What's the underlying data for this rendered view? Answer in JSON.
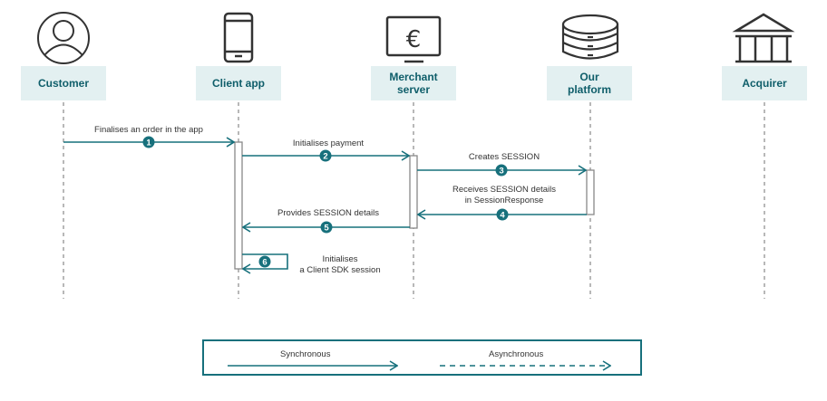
{
  "colors": {
    "accent": "#17707c",
    "actor_bg": "#e3f0f1",
    "actor_text": "#0f5e6a",
    "icon": "#333333",
    "lifeline": "#888888"
  },
  "actors": [
    {
      "id": "customer",
      "label": "Customer",
      "icon": "user-circle-icon"
    },
    {
      "id": "client-app",
      "label": "Client app",
      "icon": "smartphone-icon"
    },
    {
      "id": "merchant-server",
      "label": "Merchant\nserver",
      "icon": "monitor-euro-icon"
    },
    {
      "id": "our-platform",
      "label": "Our\nplatform",
      "icon": "database-icon"
    },
    {
      "id": "acquirer",
      "label": "Acquirer",
      "icon": "bank-icon"
    }
  ],
  "messages": [
    {
      "step": "1",
      "from": "customer",
      "to": "client-app",
      "label": "Finalises an order in the app",
      "type": "synchronous"
    },
    {
      "step": "2",
      "from": "client-app",
      "to": "merchant-server",
      "label": "Initialises payment",
      "type": "synchronous"
    },
    {
      "step": "3",
      "from": "merchant-server",
      "to": "our-platform",
      "label": "Creates SESSION",
      "type": "synchronous"
    },
    {
      "step": "4",
      "from": "our-platform",
      "to": "merchant-server",
      "label": "Receives SESSION details\nin SessionResponse",
      "type": "synchronous"
    },
    {
      "step": "5",
      "from": "merchant-server",
      "to": "client-app",
      "label": "Provides SESSION details",
      "type": "synchronous"
    },
    {
      "step": "6",
      "from": "client-app",
      "to": "client-app",
      "label": "Initialises\na Client SDK session",
      "type": "synchronous"
    }
  ],
  "legend": {
    "synchronous": "Synchronous",
    "asynchronous": "Asynchronous"
  }
}
